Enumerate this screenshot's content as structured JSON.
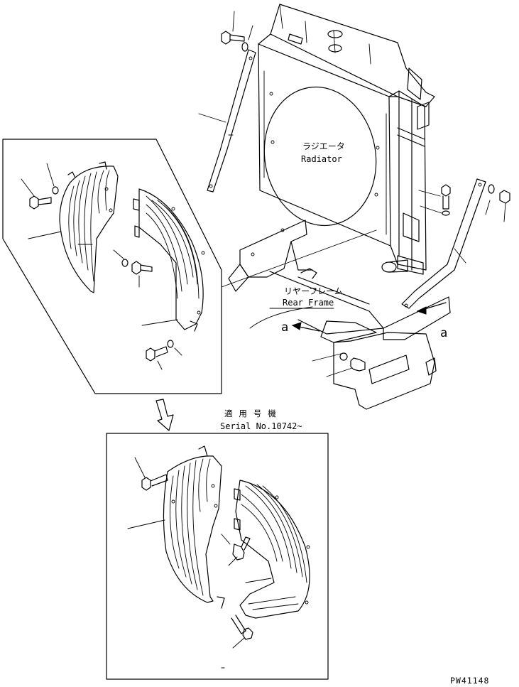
{
  "labels": {
    "radiator_jp": "ラジエータ",
    "radiator_en": "Radiator",
    "rear_frame_jp": "リヤーフレーム",
    "rear_frame_en": "Rear Frame",
    "view_letter_left": "a",
    "view_letter_right": "a",
    "serial_jp": "適 用 号 機",
    "serial_en": "Serial No.10742~",
    "drawing_code": "PW41148"
  },
  "icons": {
    "transition_arrow": "down-arrow-icon"
  }
}
